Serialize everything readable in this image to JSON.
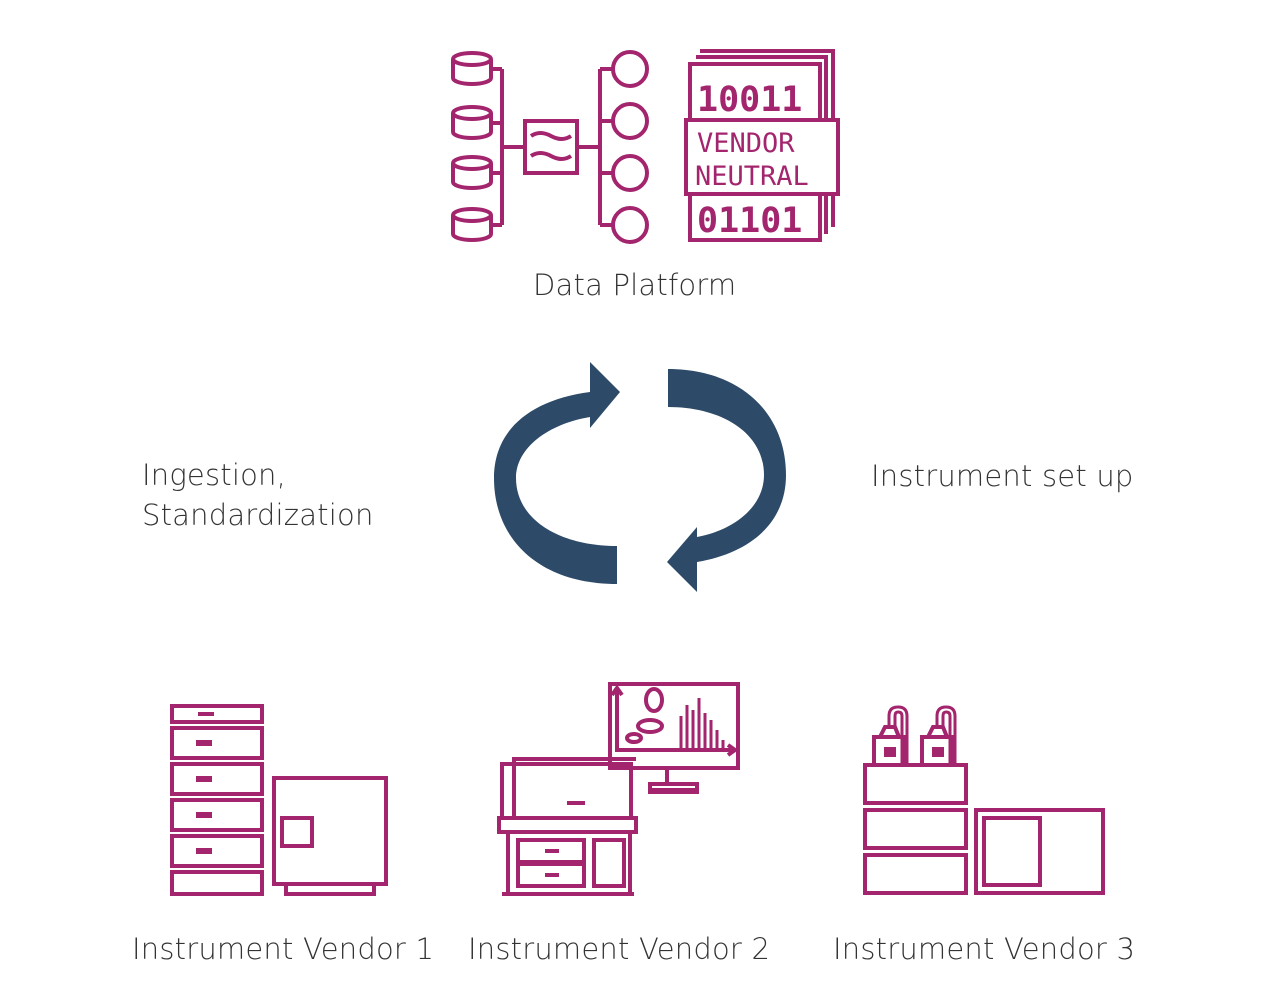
{
  "colors": {
    "accent": "#a3256e",
    "cycle_arrows": "#2d4a68",
    "text": "#333333"
  },
  "platform": {
    "label": "Data Platform",
    "binary_top": "10011",
    "vendor_line1": "VENDOR",
    "vendor_line2": "NEUTRAL",
    "binary_bottom": "01101"
  },
  "cycle": {
    "left_label_line1": "Ingestion,",
    "left_label_line2": "Standardization",
    "right_label": "Instrument set up"
  },
  "vendors": [
    {
      "label": "Instrument Vendor 1"
    },
    {
      "label": "Instrument Vendor 2"
    },
    {
      "label": "Instrument Vendor 3"
    }
  ]
}
